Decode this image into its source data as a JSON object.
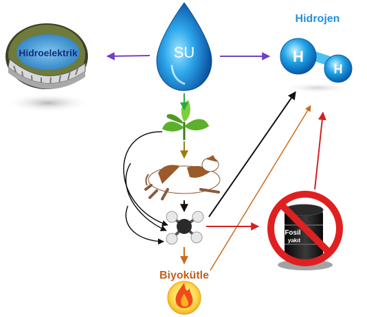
{
  "labels": {
    "water": "SU",
    "hydro": "Hidroelektrik",
    "hydrogen": "Hidrojen",
    "h_atom_1": "H",
    "h_atom_2": "H",
    "biomass": "Biyokütle",
    "fossil": "Fosil",
    "fossil_sub": "yakıt"
  },
  "colors": {
    "water_blue": "#1a8fd6",
    "arrow_purple": "#7040c8",
    "arrow_green": "#2aa84a",
    "arrow_olive": "#9a7a10",
    "arrow_black": "#111111",
    "arrow_orange": "#c86a1e",
    "arrow_red": "#d42020",
    "hydrogen_text": "#1e90e0",
    "biomass_text": "#c0601a",
    "prohibited_red": "#e02020"
  },
  "icons": {
    "water": "water-drop-icon",
    "hydro": "hydroelectric-dam-icon",
    "hydrogen": "hydrogen-molecule-icon",
    "plant": "plant-sprout-icon",
    "cow": "cow-icon",
    "methane": "methane-molecule-icon",
    "biomass": "fire-icon",
    "fossil": "no-oil-barrel-icon"
  }
}
